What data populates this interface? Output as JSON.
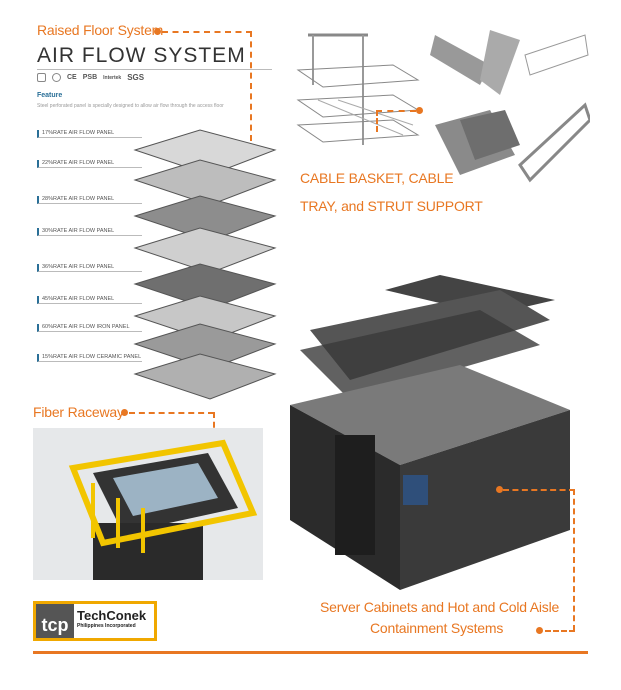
{
  "callouts": {
    "raised_floor": "Raised Floor System",
    "cable_line1": "CABLE BASKET, CABLE",
    "cable_line2": "TRAY, and STRUT SUPPORT",
    "fiber": "Fiber Raceway",
    "server_line1": "Server Cabinets and Hot and Cold Aisle",
    "server_line2": "Containment Systems"
  },
  "airflow": {
    "title": "AIR FLOW SYSTEM",
    "certs": [
      "CE",
      "PSB",
      "Intertek",
      "SGS"
    ],
    "feature_heading": "Feature",
    "feature_text": "Steel perforated panel is specially designed to allow air flow through the access floor",
    "panels": [
      "17%RATE AIR FLOW PANEL",
      "22%RATE AIR FLOW PANEL",
      "28%RATE AIR FLOW PANEL",
      "30%RATE AIR FLOW PANEL",
      "36%RATE AIR FLOW PANEL",
      "45%RATE AIR FLOW PANEL",
      "60%RATE AIR FLOW IRON PANEL",
      "15%RATE AIR FLOW CERAMIC PANEL"
    ]
  },
  "logo": {
    "mark": "tcp",
    "name": "TechConek",
    "subtitle": "Philippines Incorporated"
  },
  "colors": {
    "accent": "#e87722",
    "feature": "#2a6f97",
    "server": "#2b2b2b"
  }
}
